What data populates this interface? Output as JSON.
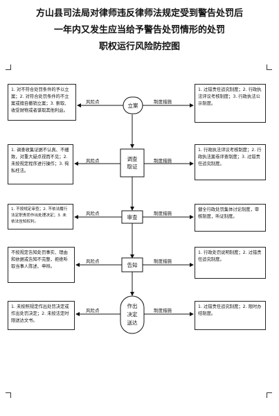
{
  "title_lines": [
    "方山县司法局对律师违反律师法规定受到警告处罚后",
    "一年内又发生应当给予警告处罚情形的处罚",
    "职权运行风险防控图"
  ],
  "stages": [
    {
      "name": "立案",
      "left_label": "风险点",
      "right_label": "制度措施",
      "risk": "1. 对不符合处罚条件的予以立案；2. 对符合处罚条件的不立案或擅自撤销立案；3. 索取、收受财物或者谋取其他利益。",
      "measure": "1. 过错责任追究制度；2. 行政执法评议考核制度；3. 行政执法公示制度。"
    },
    {
      "name": "调查取证",
      "left_label": "风险点",
      "right_label": "制度措施",
      "risk": "1. 调查收集证据不认真、不细致，对重大疑点视而不见；2. 未按规定程序进行操作；3. 徇私枉法。",
      "measure": "1. 行政执法评议考核制度；2. 行政执法案卷评查制度；3. 过错责任追究制度。"
    },
    {
      "name": "审查",
      "left_label": "风险点",
      "right_label": "制度措施",
      "risk": "1. 不按规定审查；2. 不依法履行法定职责而作出处理决定；3. 未依法告知权利。",
      "measure": "健全行政处罚集体讨论制度，审核制度，听证制度。"
    },
    {
      "name": "告知",
      "left_label": "风险点",
      "right_label": "制度措施",
      "risk": "不按规定告知处罚事实、理由和依据或告知不完整，拒绝听取当事人陈述、申辩。",
      "measure": "1. 行政处罚说明制度；2. 过错责任追究制度。"
    },
    {
      "name": "作出决定送达",
      "left_label": "风险点",
      "right_label": "制度措施",
      "risk": "1. 未按照规定作出处罚决定或作出处罚决定；2. 未按法定时限送达文书。",
      "measure": "1. 过错责任追究制度；2. 限时办结制度。"
    }
  ]
}
